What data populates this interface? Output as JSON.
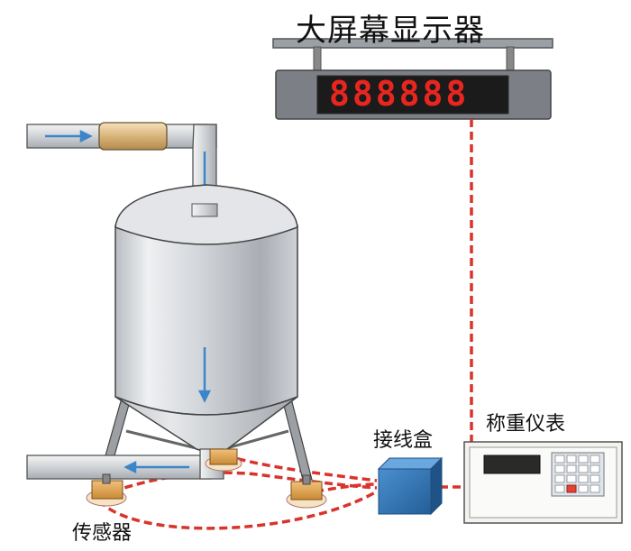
{
  "labels": {
    "large_display": "大屏幕显示器",
    "junction_box": "接线盒",
    "weighing_indicator": "称重仪表",
    "load_cell": "传感器"
  },
  "display": {
    "digits": "888888",
    "digit_color": "#e8261f"
  },
  "colors": {
    "signal_cable": "#d9342b",
    "flow_arrow": "#3a86c8",
    "junction_box": "#2f6fa8"
  },
  "icons": [
    "flow-arrow-icon",
    "load-cell-icon",
    "keypad-icon"
  ]
}
